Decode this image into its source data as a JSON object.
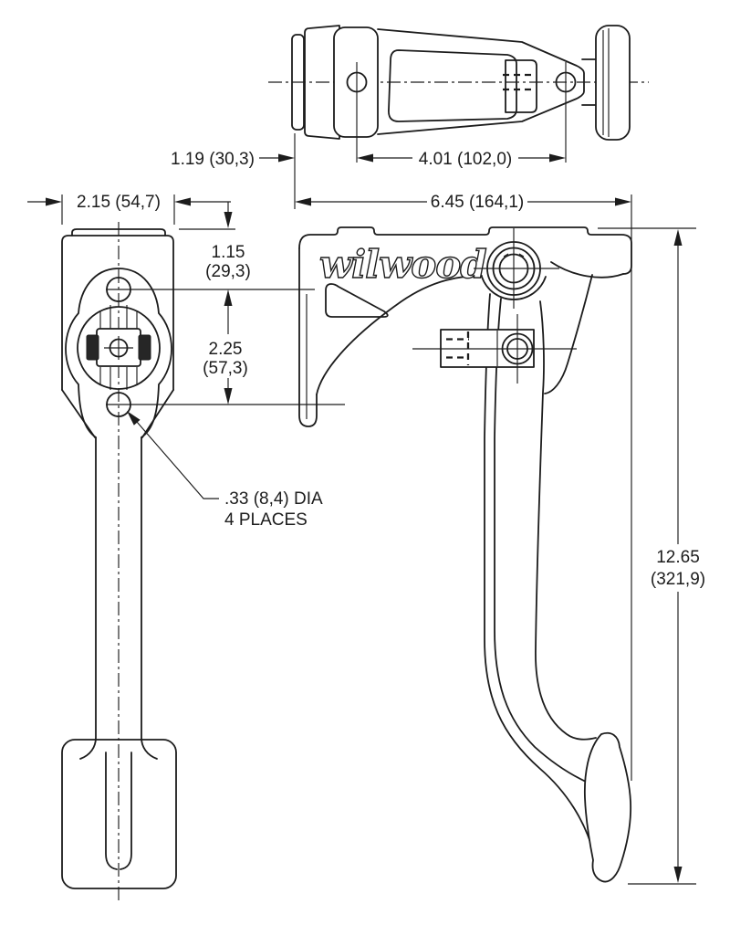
{
  "brand": {
    "logo": "wilwood"
  },
  "dimensions": {
    "pivot_offset": "1.19 (30,3)",
    "pivot_span": "4.01 (102,0)",
    "mount_width": "2.15 (54,7)",
    "upper_hole_offset": {
      "inches": "1.15",
      "mm": "(29,3)"
    },
    "hole_spacing": {
      "inches": "2.25",
      "mm": "(57,3)"
    },
    "bracket_length": "6.45 (164,1)",
    "overall_height": {
      "inches": "12.65",
      "mm": "(321,9)"
    }
  },
  "notes": {
    "hole_diameter_line1": ".33 (8,4) DIA",
    "hole_diameter_line2": "4 PLACES"
  },
  "colors": {
    "line": "#1c1c1c",
    "background": "#ffffff"
  }
}
